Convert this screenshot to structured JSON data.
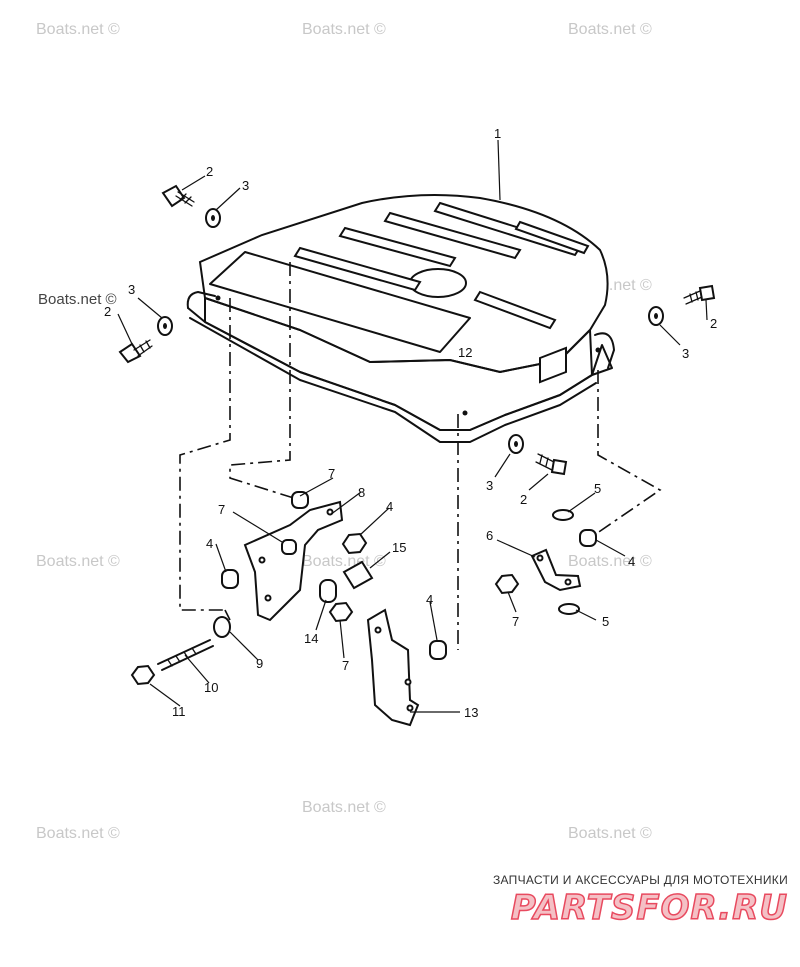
{
  "watermark": "Boats.net ©",
  "footer": {
    "caption": "ЗАПЧАСТИ И АКСЕССУАРЫ ДЛЯ МОТОТЕХНИКИ",
    "logo": "PARTSFOR.RU"
  },
  "callouts": [
    "1",
    "2",
    "3",
    "4",
    "5",
    "6",
    "7",
    "8",
    "9",
    "10",
    "11",
    "12",
    "13",
    "14",
    "15"
  ]
}
